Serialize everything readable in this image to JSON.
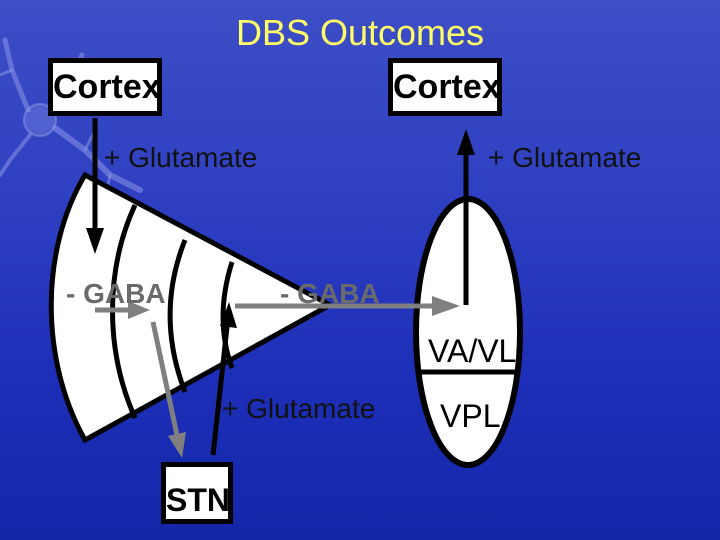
{
  "title": "DBS Outcomes",
  "nodes": {
    "cortex_left": "Cortex",
    "cortex_right": "Cortex",
    "stn": "STN",
    "thalamus_upper": "VA/VL",
    "thalamus_lower": "VPL"
  },
  "labels": {
    "glutamate_left": "+ Glutamate",
    "glutamate_right": "+ Glutamate",
    "glutamate_bottom": "+ Glutamate",
    "gaba_left": "- GABA",
    "gaba_middle": "- GABA"
  },
  "colors": {
    "background": "#2f40c2",
    "title": "#ffff66",
    "gaba_text": "#6a6a6a",
    "gray_arrow": "#7f7f7f"
  }
}
